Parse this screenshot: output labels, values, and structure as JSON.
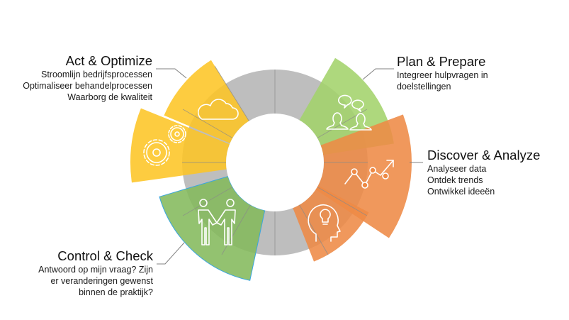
{
  "segments": {
    "act": {
      "title": "Act & Optimize",
      "lines": [
        "Stroomlijn bedrijfsprocessen",
        "Optimaliseer behandelprocessen",
        "Waarborg de kwaliteit"
      ],
      "color": "#FDC526",
      "icons": [
        "cloud-icon",
        "gears-icon"
      ]
    },
    "plan": {
      "title": "Plan & Prepare",
      "lines": [
        "Integreer hulpvragen in",
        "doelstellingen"
      ],
      "color": "#A3D36B",
      "icons": [
        "people-chat-icon"
      ]
    },
    "discover": {
      "title": "Discover & Analyze",
      "lines": [
        "Analyseer data",
        "Ontdek trends",
        "Ontwikkel ideeën"
      ],
      "color": "#EE8A45",
      "icons": [
        "trend-chart-icon",
        "head-lightbulb-icon"
      ]
    },
    "control": {
      "title": "Control & Check",
      "lines": [
        "Antwoord op mijn vraag? Zijn",
        "er veranderingen gewenst",
        "binnen de praktijk?"
      ],
      "color": "#84BA5C",
      "icons": [
        "handshake-people-icon"
      ]
    }
  },
  "ring_color": "#BEBEBE"
}
